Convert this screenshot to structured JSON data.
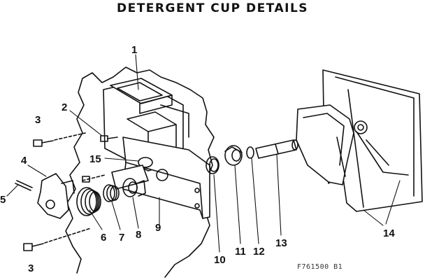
{
  "title": "DETERGENT CUP DETAILS",
  "figure_code": "F761500 B1",
  "callouts": [
    {
      "id": "1",
      "label": "1"
    },
    {
      "id": "2",
      "label": "2"
    },
    {
      "id": "3a",
      "label": "3"
    },
    {
      "id": "4",
      "label": "4"
    },
    {
      "id": "5",
      "label": "5"
    },
    {
      "id": "15",
      "label": "15"
    },
    {
      "id": "3b",
      "label": "3"
    },
    {
      "id": "6",
      "label": "6"
    },
    {
      "id": "7",
      "label": "7"
    },
    {
      "id": "8",
      "label": "8"
    },
    {
      "id": "9",
      "label": "9"
    },
    {
      "id": "10",
      "label": "10"
    },
    {
      "id": "11",
      "label": "11"
    },
    {
      "id": "12",
      "label": "12"
    },
    {
      "id": "13",
      "label": "13"
    },
    {
      "id": "14",
      "label": "14"
    }
  ]
}
